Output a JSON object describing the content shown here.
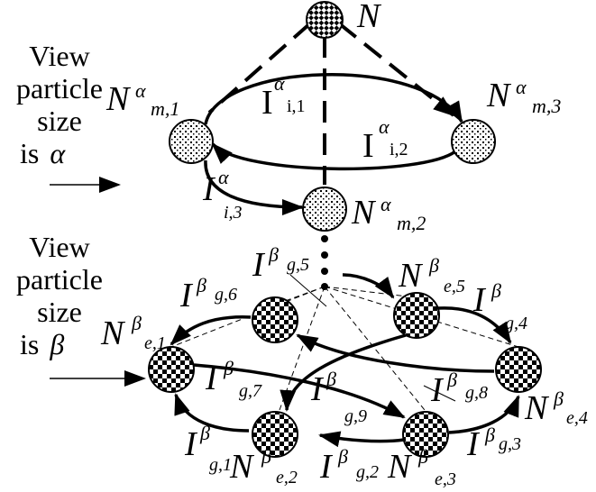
{
  "side_labels": {
    "top": {
      "line1": "View",
      "line2": "particle",
      "line3": "size",
      "line4_prefix": "is",
      "symbol": "α"
    },
    "bottom": {
      "line1": "View",
      "line2": "particle",
      "line3": "size",
      "line4_prefix": "is",
      "symbol": "β"
    }
  },
  "root_node": {
    "label": "N"
  },
  "alpha_nodes": [
    {
      "id": "m1",
      "base": "N",
      "sup": "α",
      "sub": "m,1"
    },
    {
      "id": "m2",
      "base": "N",
      "sup": "α",
      "sub": "m,2"
    },
    {
      "id": "m3",
      "base": "N",
      "sup": "α",
      "sub": "m,3"
    }
  ],
  "alpha_links": [
    {
      "id": "i1",
      "base": "I",
      "sup": "α",
      "sub": "i,1"
    },
    {
      "id": "i2",
      "base": "I",
      "sup": "α",
      "sub": "i,2"
    },
    {
      "id": "i3",
      "base": "I",
      "sup": "α",
      "sub": "i,3"
    }
  ],
  "beta_nodes": [
    {
      "id": "e1",
      "base": "N",
      "sup": "β",
      "sub": "e,1"
    },
    {
      "id": "e2",
      "base": "N",
      "sup": "β",
      "sub": "e,2"
    },
    {
      "id": "e3",
      "base": "N",
      "sup": "β",
      "sub": "e,3"
    },
    {
      "id": "e4",
      "base": "N",
      "sup": "β",
      "sub": "e,4"
    },
    {
      "id": "e5",
      "base": "N",
      "sup": "β",
      "sub": "e,5"
    }
  ],
  "beta_links": [
    {
      "id": "g1",
      "base": "I",
      "sup": "β",
      "sub": "g,1"
    },
    {
      "id": "g2",
      "base": "I",
      "sup": "β",
      "sub": "g,2"
    },
    {
      "id": "g3",
      "base": "I",
      "sup": "β",
      "sub": "g,3"
    },
    {
      "id": "g4",
      "base": "I",
      "sup": "β",
      "sub": "g,4"
    },
    {
      "id": "g5",
      "base": "I",
      "sup": "β",
      "sub": "g,5"
    },
    {
      "id": "g6",
      "base": "I",
      "sup": "β",
      "sub": "g,6"
    },
    {
      "id": "g7",
      "base": "I",
      "sup": "β",
      "sub": "g,7"
    },
    {
      "id": "g8",
      "base": "I",
      "sup": "β",
      "sub": "g,8"
    },
    {
      "id": "g9",
      "base": "I",
      "sup": "β",
      "sub": "g,9"
    }
  ],
  "colors": {
    "ink": "#000000",
    "paper": "#ffffff"
  }
}
